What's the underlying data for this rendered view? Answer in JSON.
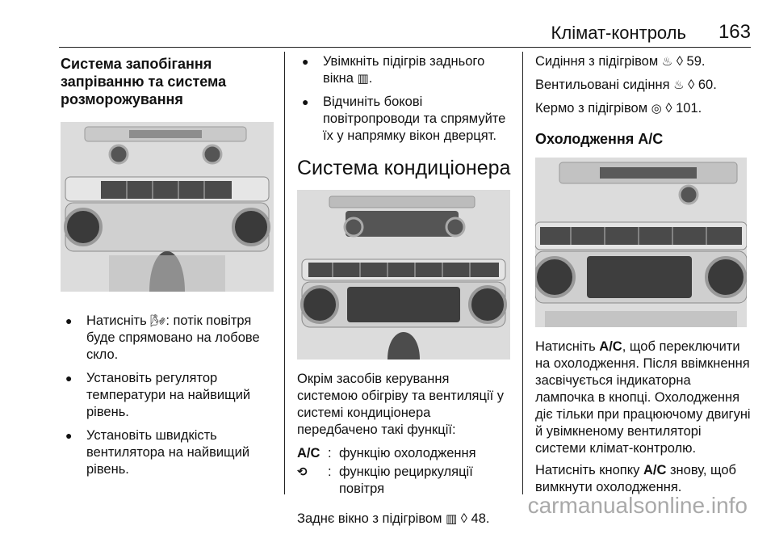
{
  "header": {
    "title": "Клімат-контроль",
    "page_number": "163"
  },
  "col1": {
    "heading": "Система запобігання запріванню та система розморожування",
    "photo_label": "panel-photo-defog",
    "bullets": [
      {
        "icon": "🌬",
        "text": ": потік повітря буде спрямовано на лобове скло.",
        "lead": "Натисніть "
      },
      {
        "text": "Установіть регулятор температури на найвищий рівень."
      },
      {
        "text": "Установіть швидкість вентилятора на найвищий рівень."
      }
    ],
    "bullet_marker": "●"
  },
  "col2": {
    "bullets": [
      {
        "text": "Увімкніть підігрів заднього вікна ",
        "icon": "▥",
        "tail": "."
      },
      {
        "text": "Відчиніть бокові повітропроводи та спрямуйте їх у напрямку вікон дверцят."
      }
    ],
    "heading": "Система кондиціонера",
    "intro": "Окрім засобів керування системою обігріву та вентиляції у системі кондиціонера передбачено такі функції:",
    "defs": [
      {
        "key": "A/C",
        "colon": ":",
        "value": "функцію охолодження"
      },
      {
        "key": "⟲",
        "colon": ":",
        "value": "функцію рециркуляції повітря"
      }
    ],
    "rear_window": {
      "text": "Заднє вікно з підігрівом ",
      "icon": "▥",
      "ref": "◊ 48."
    }
  },
  "col3": {
    "lines": [
      {
        "text": "Сидіння з підігрівом ",
        "icon": "♨",
        "ref": "◊ 59."
      },
      {
        "text": "Вентильовані сидіння ",
        "icon": "♨",
        "ref": "◊ 60."
      },
      {
        "text": "Кермо з підігрівом ",
        "icon": "◎",
        "ref": "◊ 101."
      }
    ],
    "heading": "Охолодження A/C",
    "para1_lead": "Натисніть ",
    "para1_key": "A/C",
    "para1_rest": ", щоб переключити на охолодження. Після ввімкнення засвічується індикаторна лампочка в кнопці. Охолодження діє тільки при працюючому двигуні й увімкненому вентиляторі системи клімат-контролю.",
    "para2_lead": "Натисніть кнопку ",
    "para2_key": "A/C",
    "para2_rest": " знову, щоб вимкнути охолодження."
  },
  "watermark": "carmanualsonline.info"
}
